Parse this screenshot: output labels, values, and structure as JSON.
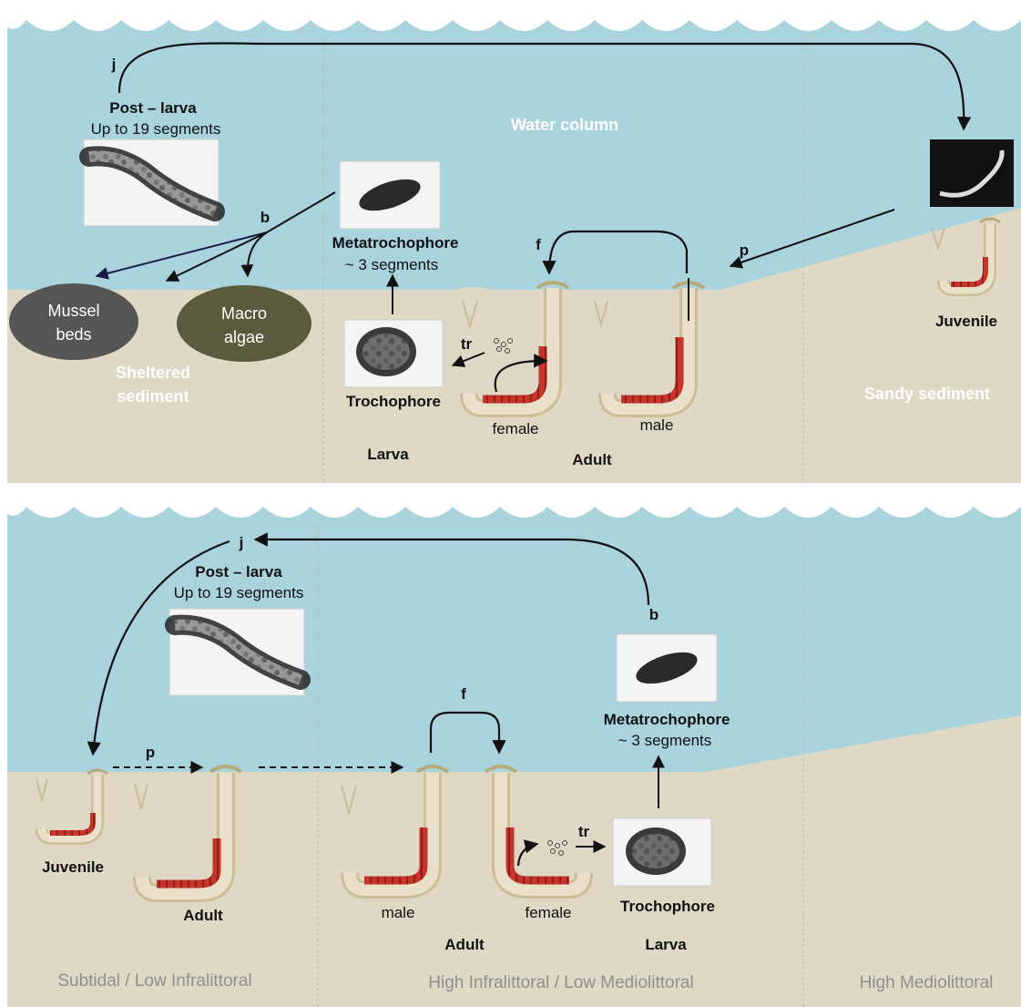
{
  "panel_top": {
    "water_label": "Water column",
    "sheltered_label_line1": "Sheltered",
    "sheltered_label_line2": "sediment",
    "sandy_label": "Sandy sediment",
    "postlarva_title": "Post – larva",
    "postlarva_sub": "Up to 19 segments",
    "metatrochophore_title": "Metatrochophore",
    "metatrochophore_sub": "~ 3 segments",
    "trochophore": "Trochophore",
    "larva": "Larva",
    "adult": "Adult",
    "female": "female",
    "male": "male",
    "juvenile": "Juvenile",
    "mussel_line1": "Mussel",
    "mussel_line2": "beds",
    "macro_line1": "Macro",
    "macro_line2": "algae",
    "arrow_j": "j",
    "arrow_b": "b",
    "arrow_f": "f",
    "arrow_p": "p",
    "arrow_tr": "tr"
  },
  "panel_bottom": {
    "postlarva_title": "Post – larva",
    "postlarva_sub": "Up to 19 segments",
    "metatrochophore_title": "Metatrochophore",
    "metatrochophore_sub": "~ 3 segments",
    "trochophore": "Trochophore",
    "larva": "Larva",
    "adult_left": "Adult",
    "adult_mid": "Adult",
    "juvenile": "Juvenile",
    "male": "male",
    "female": "female",
    "arrow_j": "j",
    "arrow_b": "b",
    "arrow_f": "f",
    "arrow_p": "p",
    "arrow_tr": "tr",
    "zone_left": "Subtidal / Low Infralittoral",
    "zone_mid": "High Infralittoral / Low Mediolittoral",
    "zone_right": "High Mediolittoral"
  },
  "colors": {
    "water": "#a9d3dd",
    "sediment": "#ded8c5",
    "mussel_beds": "#555555",
    "macro_algae": "#5a5a3c",
    "worm_body": "#c8332b"
  }
}
